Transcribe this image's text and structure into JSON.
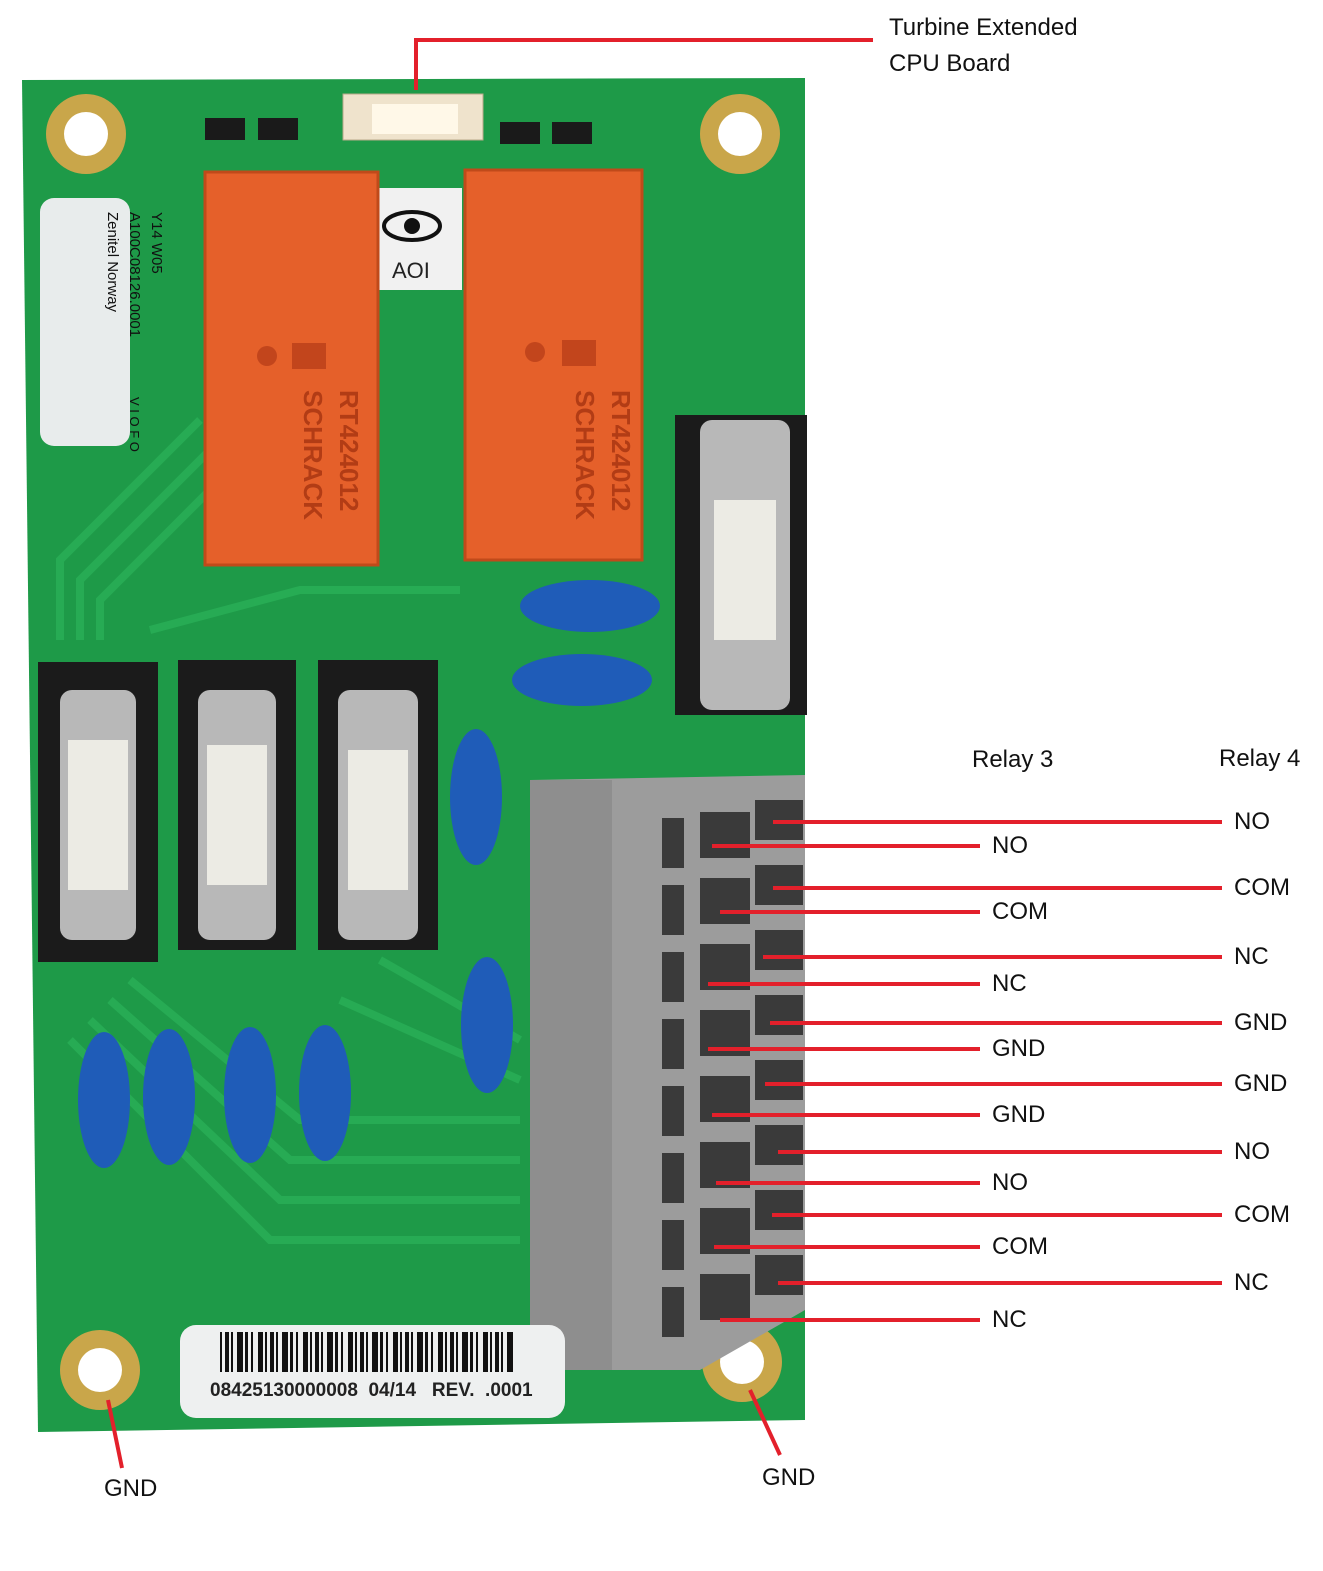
{
  "title_callout": {
    "line1": "Turbine Extended",
    "line2": "CPU Board"
  },
  "relay_headers": {
    "relay3": "Relay 3",
    "relay4": "Relay 4"
  },
  "relay3_pins": [
    "NO",
    "COM",
    "NC",
    "GND",
    "GND",
    "NO",
    "COM",
    "NC"
  ],
  "relay4_pins": [
    "NO",
    "COM",
    "NC",
    "GND",
    "GND",
    "NO",
    "COM",
    "NC"
  ],
  "ground_labels": {
    "left": "GND",
    "right": "GND"
  },
  "board_sticker": {
    "line1": "Zenitel Norway",
    "line2": "A100C08126.0001",
    "line3": "Y14  W05",
    "marks": "V I O F O"
  },
  "aoi_sticker": "AOI",
  "relay_marking": {
    "model": "RT424012",
    "brand": "SCHRACK"
  },
  "barcode_text": "08425130000008  04/14   REV.  .0001",
  "colors": {
    "annotation": "#e3202b",
    "pcb": "#1e9a48",
    "relay": "#e5602a",
    "terminal": "#9c9c9c",
    "capacitor": "#1f5cb8"
  }
}
